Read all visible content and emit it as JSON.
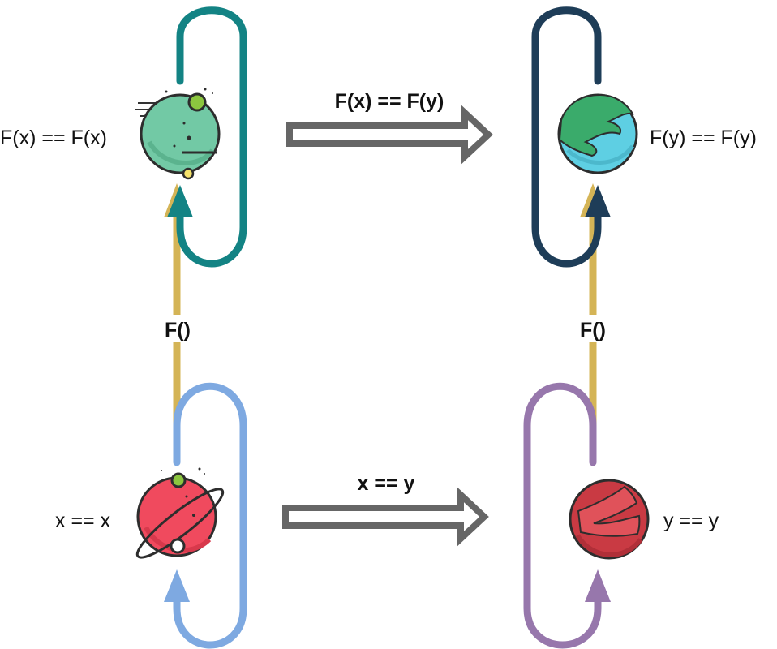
{
  "labels": {
    "fx_fx": "F(x) == F(x)",
    "fy_fy": "F(y) == F(y)",
    "x_x": "x == x",
    "y_y": "y == y",
    "top_arrow": "F(x) == F(y)",
    "bottom_arrow": "x == y",
    "left_f": "F()",
    "right_f": "F()"
  },
  "colors": {
    "loop_top_left": "#138384",
    "loop_top_right": "#1e3d58",
    "loop_bottom_left": "#7ea9e1",
    "loop_bottom_right": "#9777ac",
    "f_arrow": "#d4b456",
    "implication_arrow": "#666666",
    "planet_fx": "#72c9a5",
    "planet_fy_water": "#5ecfe3",
    "planet_fy_land": "#3aab6b",
    "planet_x": "#f04a5e",
    "planet_y": "#c93a43"
  }
}
